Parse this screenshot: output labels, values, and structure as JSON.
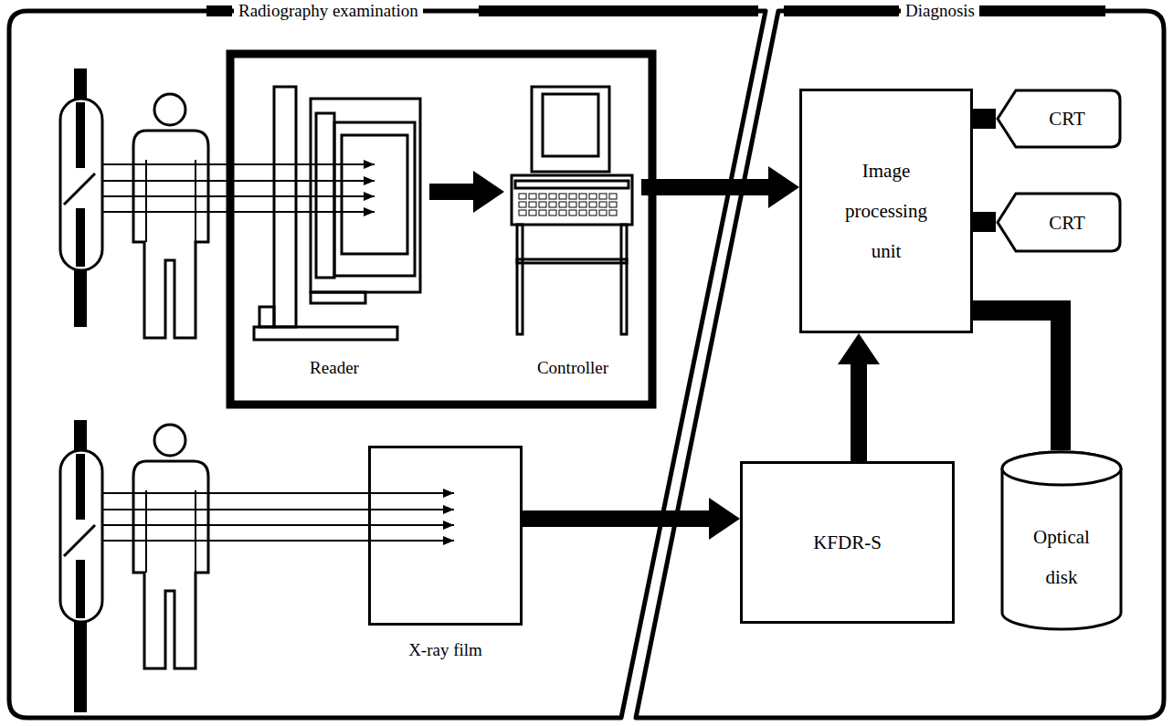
{
  "diagram": {
    "nodes": [
      {
        "text": [
          "Radiography examination"
        ]
      },
      {
        "text": [
          "Reader"
        ],
        "in": 0
      },
      {
        "text": [
          "Controller"
        ],
        "in": 0
      },
      {
        "text": [
          "X-ray film"
        ],
        "in": 0
      },
      {
        "text": [
          "Diagnosis"
        ]
      },
      {
        "text": [
          "Image processing unit"
        ],
        "in": 4
      },
      {
        "text": [
          "CRT"
        ],
        "in": 4
      },
      {
        "text": [
          "CRT"
        ],
        "in": 4
      },
      {
        "text": [
          "KFDR-S"
        ],
        "in": 4
      },
      {
        "text": [
          "Optical disk"
        ],
        "in": 4
      }
    ],
    "edges": [
      {
        "from": 1,
        "to": 2,
        "arrow": "to"
      },
      {
        "from": 2,
        "to": 5,
        "arrow": "to"
      },
      {
        "from": 3,
        "to": 8,
        "arrow": "to"
      },
      {
        "from": 8,
        "to": 5,
        "arrow": "to"
      },
      {
        "from": 5,
        "to": 6,
        "arrow": "none"
      },
      {
        "from": 5,
        "to": 7,
        "arrow": "none"
      },
      {
        "from": 5,
        "to": 9,
        "arrow": "none"
      }
    ]
  }
}
